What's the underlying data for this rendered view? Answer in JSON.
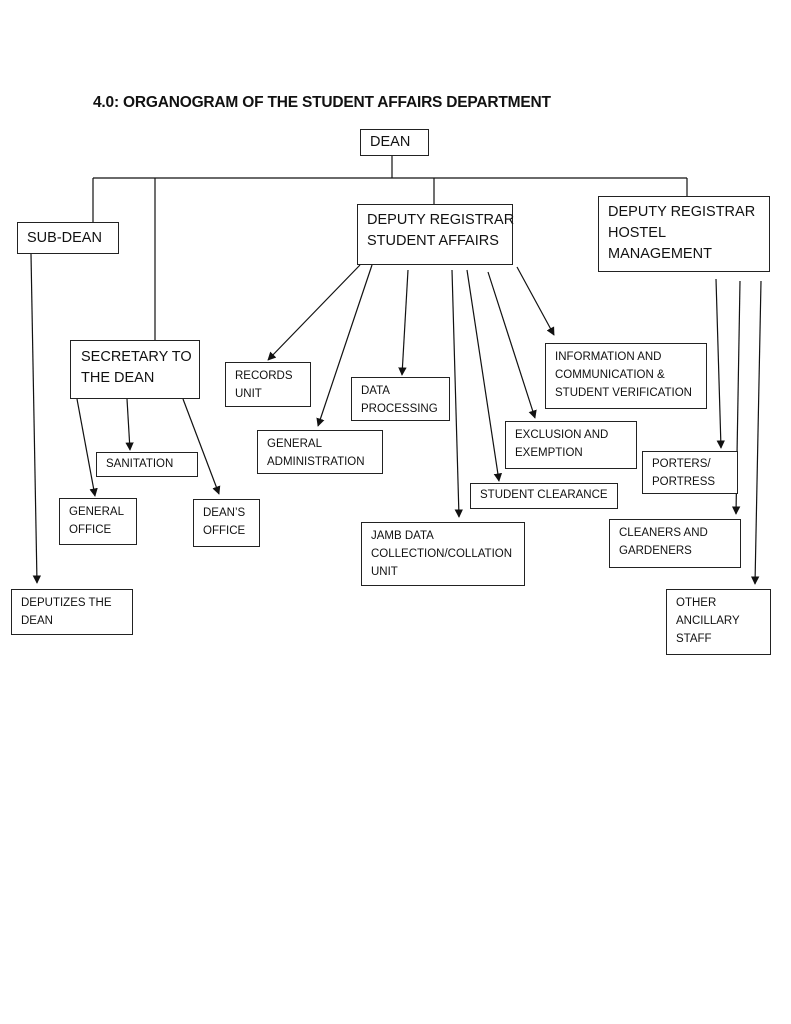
{
  "title": "4.0: ORGANOGRAM OF THE STUDENT AFFAIRS DEPARTMENT",
  "nodes": {
    "dean": [
      "DEAN"
    ],
    "sub_dean": [
      "SUB-DEAN"
    ],
    "deputy_registrar_student_affairs": [
      "DEPUTY REGISTRAR",
      "STUDENT AFFAIRS"
    ],
    "deputy_registrar_hostel_management": [
      "DEPUTY REGISTRAR",
      "HOSTEL",
      "MANAGEMENT"
    ],
    "secretary_to_the_dean": [
      "SECRETARY TO",
      "THE DEAN"
    ],
    "records_unit": [
      "RECORDS",
      "UNIT"
    ],
    "data_processing": [
      "DATA",
      "PROCESSING"
    ],
    "information_and_communication": [
      "INFORMATION AND",
      "COMMUNICATION &",
      "STUDENT VERIFICATION"
    ],
    "general_administration": [
      "GENERAL",
      "ADMINISTRATION"
    ],
    "exclusion_and_exemption": [
      "EXCLUSION AND",
      "EXEMPTION"
    ],
    "sanitation": [
      "SANITATION"
    ],
    "porters_portress": [
      "PORTERS/",
      "PORTRESS"
    ],
    "general_office": [
      "GENERAL",
      "OFFICE"
    ],
    "deans_office": [
      "DEAN’S",
      "OFFICE"
    ],
    "student_clearance": [
      "STUDENT CLEARANCE"
    ],
    "jamb_data_collection": [
      "JAMB DATA",
      "COLLECTION/COLLATION",
      "UNIT"
    ],
    "cleaners_and_gardeners": [
      "CLEANERS AND",
      "GARDENERS"
    ],
    "deputizes_the_dean": [
      "DEPUTIZES THE",
      "DEAN"
    ],
    "other_ancillary_staff": [
      "OTHER",
      "ANCILLARY",
      "STAFF"
    ]
  }
}
